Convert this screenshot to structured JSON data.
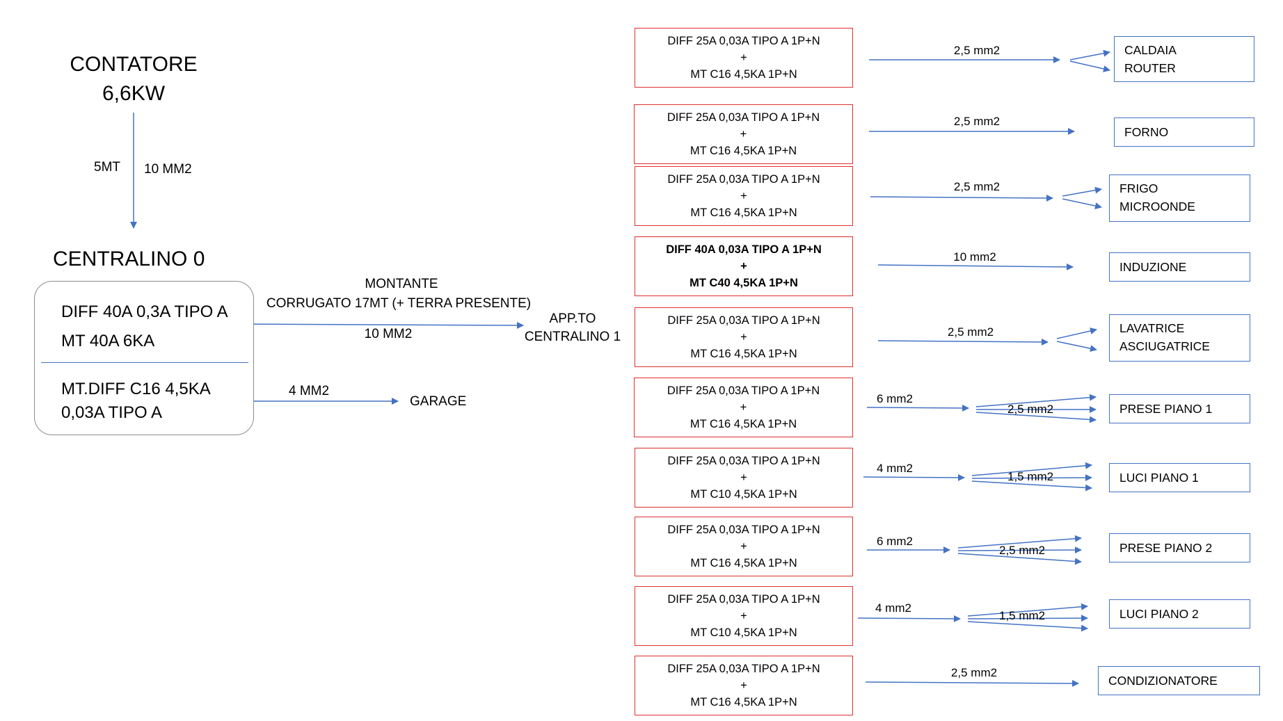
{
  "contatore": {
    "title": "CONTATORE",
    "power": "6,6KW"
  },
  "feed": {
    "length": "5MT",
    "section": "10 MM2"
  },
  "centralino0": {
    "title": "CENTRALINO 0",
    "line1": "DIFF 40A 0,3A TIPO A",
    "line2": "MT 40A 6KA",
    "line3": "MT.DIFF C16 4,5KA",
    "line4": "0,03A TIPO A"
  },
  "montante": {
    "title": "MONTANTE",
    "desc": "CORRUGATO 17MT (+ TERRA PRESENTE)",
    "section": "10 MM2",
    "dest_line1": "APP.TO",
    "dest_line2": "CENTRALINO 1"
  },
  "garage": {
    "section": "4 MM2",
    "label": "GARAGE"
  },
  "circuits": [
    {
      "breaker": [
        "DIFF 25A 0,03A TIPO A 1P+N",
        "+",
        "MT C16 4,5KA 1P+N"
      ],
      "cable": "2,5 mm2",
      "loads": [
        "CALDAIA",
        "ROUTER"
      ]
    },
    {
      "breaker": [
        "DIFF 25A 0,03A TIPO A 1P+N",
        "+",
        "MT C16 4,5KA 1P+N"
      ],
      "cable": "2,5 mm2",
      "loads": [
        "FORNO"
      ]
    },
    {
      "breaker": [
        "DIFF 25A 0,03A TIPO A 1P+N",
        "+",
        "MT C16 4,5KA 1P+N"
      ],
      "cable": "2,5 mm2",
      "loads": [
        "FRIGO",
        "MICROONDE"
      ]
    },
    {
      "breaker": [
        "DIFF 40A 0,03A TIPO A 1P+N",
        "+",
        "MT C40 4,5KA 1P+N"
      ],
      "cable": "10 mm2",
      "loads": [
        "INDUZIONE"
      ]
    },
    {
      "breaker": [
        "DIFF 25A 0,03A TIPO A 1P+N",
        "+",
        "MT C16 4,5KA 1P+N"
      ],
      "cable": "2,5 mm2",
      "loads": [
        "LAVATRICE",
        "ASCIUGATRICE"
      ]
    },
    {
      "breaker": [
        "DIFF 25A 0,03A TIPO A 1P+N",
        "+",
        "MT C16 4,5KA 1P+N"
      ],
      "cable": "6 mm2",
      "sub_cable": "2,5 mm2",
      "loads": [
        "PRESE PIANO 1"
      ]
    },
    {
      "breaker": [
        "DIFF 25A 0,03A TIPO A 1P+N",
        "+",
        "MT C10 4,5KA 1P+N"
      ],
      "cable": "4 mm2",
      "sub_cable": "1,5 mm2",
      "loads": [
        "LUCI PIANO 1"
      ]
    },
    {
      "breaker": [
        "DIFF 25A 0,03A TIPO A 1P+N",
        "+",
        "MT C16 4,5KA 1P+N"
      ],
      "cable": "6 mm2",
      "sub_cable": "2,5 mm2",
      "loads": [
        "PRESE PIANO 2"
      ]
    },
    {
      "breaker": [
        "DIFF 25A 0,03A TIPO A 1P+N",
        "+",
        "MT C10 4,5KA 1P+N"
      ],
      "cable": "4 mm2",
      "sub_cable": "1,5 mm2",
      "loads": [
        "LUCI PIANO 2"
      ]
    },
    {
      "breaker": [
        "DIFF 25A 0,03A TIPO A 1P+N",
        "+",
        "MT C16 4,5KA 1P+N"
      ],
      "cable": "2,5 mm2",
      "loads": [
        "CONDIZIONATORE"
      ]
    }
  ],
  "colors": {
    "wire": "#4472c4",
    "breaker_border": "#e03030",
    "panel_border": "#8c8c8c"
  }
}
